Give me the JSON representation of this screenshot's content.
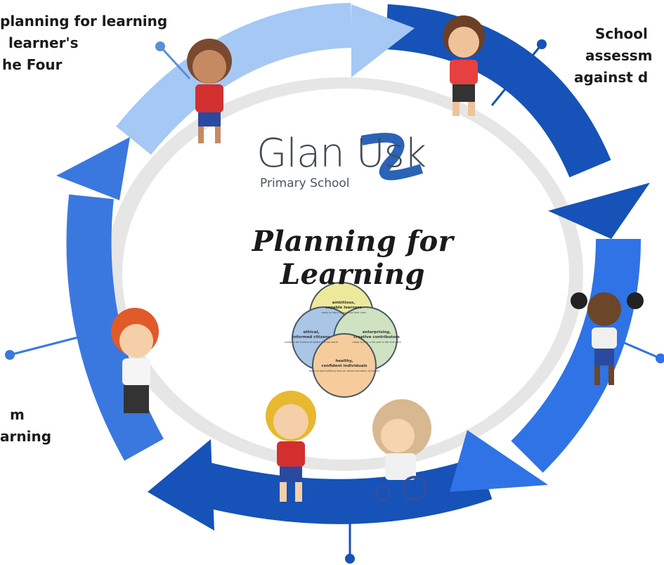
{
  "diagram": {
    "title": "Planning for Learning",
    "logo": {
      "name": "Glan Usk",
      "subtitle": "Primary School"
    },
    "captions": {
      "top_left": [
        "planning for learning",
        "learner's",
        "he Four"
      ],
      "top_right": [
        "School",
        "assessm",
        "against d"
      ],
      "bottom_left": [
        "m",
        "arning"
      ]
    },
    "purposes": [
      {
        "line1": "ambitious,",
        "line2": "capable learners",
        "small": "ready to learn throughout their lives"
      },
      {
        "line1": "ethical,",
        "line2": "informed citizens",
        "small": "ready to be citizens of Wales and the world"
      },
      {
        "line1": "enterprising,",
        "line2": "creative contributors",
        "small": "ready to play a full part in life and work"
      },
      {
        "line1": "healthy,",
        "line2": "confident individuals",
        "small": "ready to lead fulfilling lives as valued members of society"
      }
    ],
    "colors": {
      "light_blue": "#a5c8f5",
      "mid_blue": "#3a78e0",
      "bright_blue": "#2f73e6",
      "dark_blue": "#1652b8",
      "inner_ring": "#e6e6e6",
      "purpose_yellow": "#ecea9a",
      "purpose_blue": "#a9c6e6",
      "purpose_green": "#cfe3c3",
      "purpose_peach": "#f6cc9c"
    }
  }
}
